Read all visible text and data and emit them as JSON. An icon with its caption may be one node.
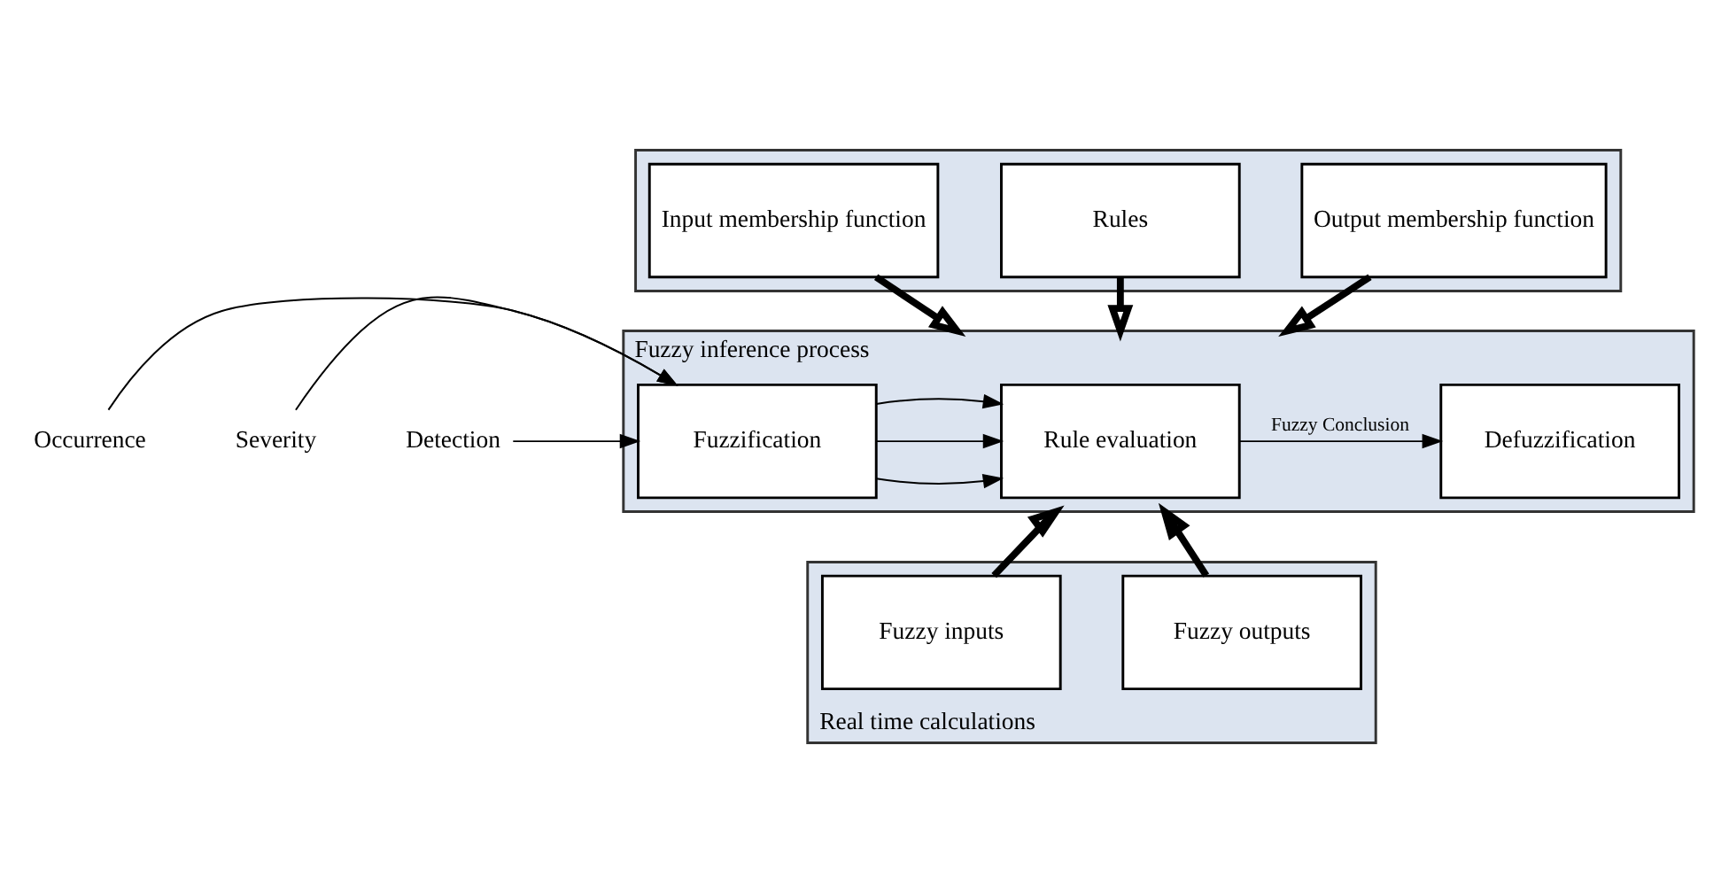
{
  "diagram": {
    "nodes": [
      {
        "text": [],
        "shape": "box"
      },
      {
        "text": [
          "Input membership function"
        ],
        "in": 0
      },
      {
        "text": [
          "Rules"
        ],
        "in": 0
      },
      {
        "text": [
          "Output membership function"
        ],
        "in": 0
      },
      {
        "text": [
          "Fuzzy inference process"
        ]
      },
      {
        "text": [
          "Occurrence"
        ]
      },
      {
        "text": [
          "Severity"
        ]
      },
      {
        "text": [
          "Detection"
        ]
      },
      {
        "text": [
          "Fuzzification"
        ],
        "in": 4
      },
      {
        "text": [
          "Rule evaluation"
        ],
        "in": 4
      },
      {
        "text": [
          "Defuzzification"
        ],
        "in": 4
      },
      {
        "text": [
          "Real time calculations"
        ]
      },
      {
        "text": [
          "Fuzzy inputs"
        ],
        "in": 11
      },
      {
        "text": [
          "Fuzzy outputs"
        ],
        "in": 11
      }
    ],
    "edges": [
      {
        "from": 1,
        "to": 4,
        "arrow": "to",
        "style": "thick"
      },
      {
        "from": 2,
        "to": 4,
        "arrow": "to",
        "style": "thick"
      },
      {
        "from": 3,
        "to": 4,
        "arrow": "to",
        "style": "thick"
      },
      {
        "from": 5,
        "to": 8,
        "arrow": "to"
      },
      {
        "from": 6,
        "to": 8,
        "arrow": "to"
      },
      {
        "from": 7,
        "to": 8,
        "arrow": "to"
      },
      {
        "from": 8,
        "to": 9,
        "arrow": "to"
      },
      {
        "from": 8,
        "to": 9,
        "arrow": "to"
      },
      {
        "from": 8,
        "to": 9,
        "arrow": "to"
      },
      {
        "from": 9,
        "to": 10,
        "arrow": "to",
        "label": "Fuzzy Conclusion"
      },
      {
        "from": 12,
        "to": 4,
        "arrow": "to",
        "style": "thick"
      },
      {
        "from": 13,
        "to": 4,
        "arrow": "to",
        "style": "thick"
      }
    ]
  }
}
